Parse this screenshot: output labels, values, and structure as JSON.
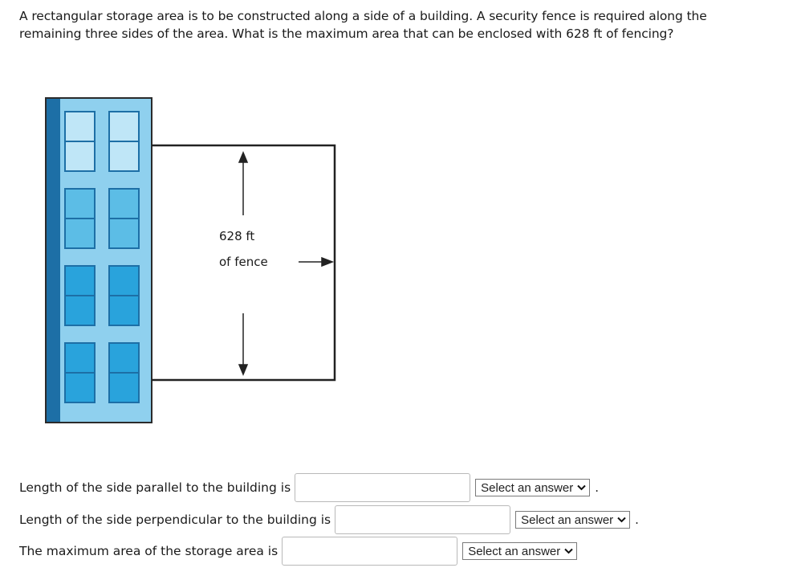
{
  "problem": {
    "text": "A rectangular storage area is to be constructed along a side of a building. A security fence is required along the remaining three sides of the area. What is the maximum area that can be enclosed with 628 ft of fencing?"
  },
  "figure": {
    "label_line1": "628 ft",
    "label_line2": "of fence"
  },
  "questions": [
    {
      "label": "Length of the side parallel to the building is",
      "value": "",
      "select": "Select an answer",
      "suffix": "."
    },
    {
      "label": "Length of the side perpendicular to the building is",
      "value": "",
      "select": "Select an answer",
      "suffix": "."
    },
    {
      "label": "The maximum area of the storage area is",
      "value": "",
      "select": "Select an answer",
      "suffix": ""
    }
  ],
  "colors": {
    "building_fill": "#8fd0ee",
    "building_edge": "#1d6fa6",
    "window_light": "#bfe6f7",
    "window_dark": "#29a3dc",
    "fence": "#222222"
  }
}
